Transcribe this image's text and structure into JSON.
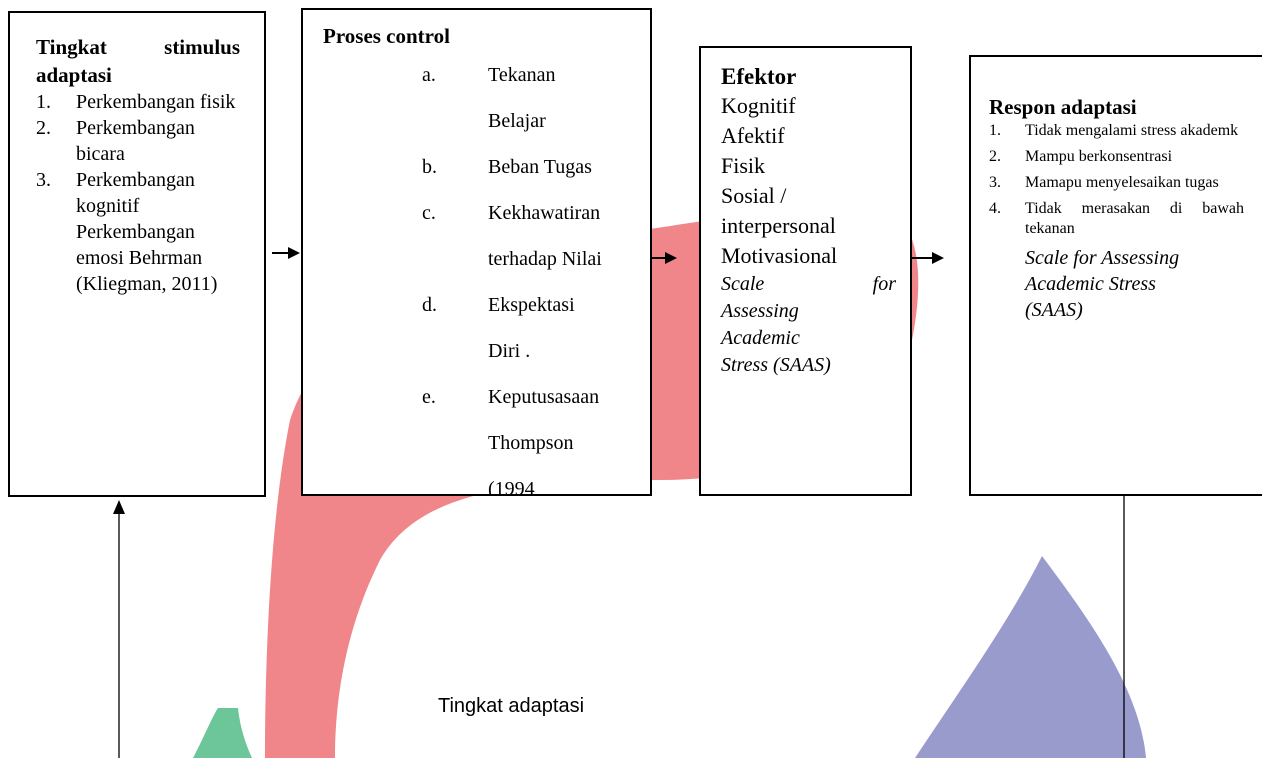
{
  "box_stimulus": {
    "title": "Tingkat stimulus adaptasi",
    "items": [
      {
        "num": "1.",
        "text": "Perkembangan fisik"
      },
      {
        "num": "2.",
        "text": "Perkembangan bicara"
      },
      {
        "num": "3.",
        "text": "Perkembangan kognitif Perkembangan emosi Behrman (Kliegman, 2011)"
      }
    ]
  },
  "box_proses": {
    "title": "Proses control",
    "items": [
      {
        "num": "a.",
        "line1": "Tekanan",
        "line2": "Belajar"
      },
      {
        "num": "b.",
        "line1": "Beban Tugas",
        "line2": ""
      },
      {
        "num": "c.",
        "line1": "Kekhawatiran",
        "line2": "terhadap Nilai"
      },
      {
        "num": "d.",
        "line1": "Ekspektasi",
        "line2": "Diri ."
      },
      {
        "num": "e.",
        "line1": "Keputusasaan",
        "line2": "Thompson"
      }
    ],
    "truncated_line": "(1994"
  },
  "box_efektor": {
    "title": "Efektor",
    "items": [
      "Kognitif",
      "Afektif",
      "Fisik",
      "Sosial /",
      "interpersonal",
      "Motivasional"
    ],
    "scale_line1": "Scale for",
    "scale_rest": [
      "Assessing",
      "Academic",
      "Stress (SAAS)"
    ]
  },
  "box_respon": {
    "title": "Respon adaptasi",
    "items": [
      {
        "num": "1.",
        "text": "Tidak mengalami stress akademk"
      },
      {
        "num": "2.",
        "text": "Mampu berkonsentrasi"
      },
      {
        "num": "3.",
        "text": "Mamapu menyelesaikan tugas"
      },
      {
        "num": "4.",
        "text": "Tidak merasakan di bawah tekanan"
      }
    ],
    "scale_lines": [
      "Scale for Assessing",
      "Academic Stress",
      "(SAAS)"
    ]
  },
  "feedback_label": "Tingkat adaptasi",
  "colors": {
    "red_shape": "#f0868a",
    "green_shape": "#6cc69a",
    "blue_shape": "#999bcc"
  }
}
